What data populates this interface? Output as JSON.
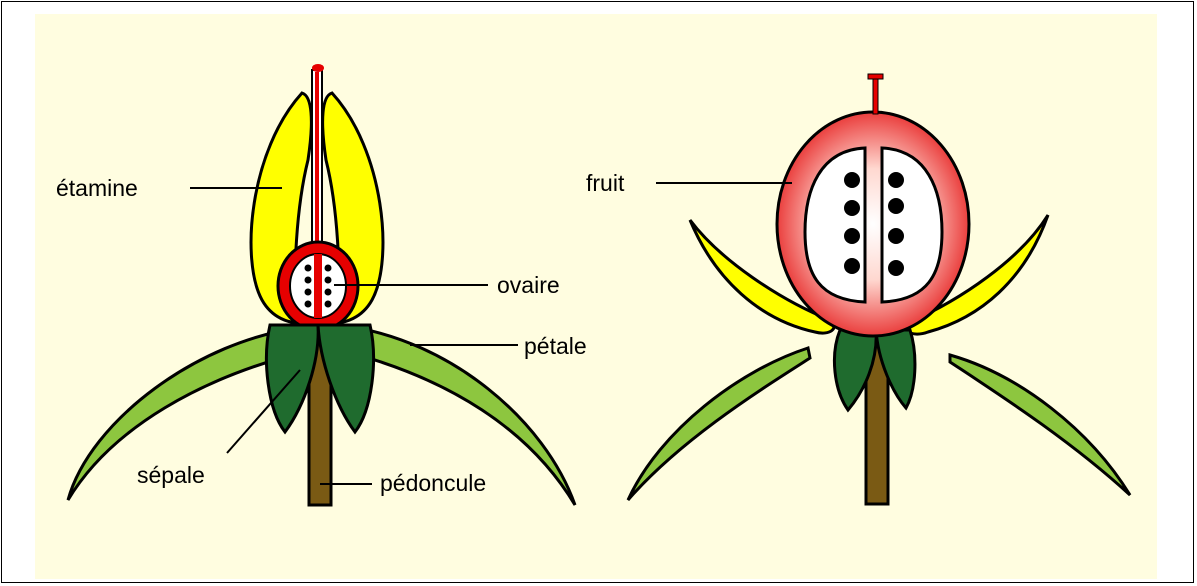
{
  "labels": {
    "etamine": "étamine",
    "ovaire": "ovaire",
    "petale": "pétale",
    "sepale": "sépale",
    "pedoncule": "pédoncule",
    "fruit": "fruit"
  },
  "colors": {
    "background": "#fffde0",
    "petal_light_green": "#8dc63f",
    "sepal_dark_green": "#1f6b2e",
    "stamen_yellow": "#ffff00",
    "ovary_red": "#e60000",
    "stem_brown": "#7a5a14",
    "seed_black": "#000000"
  }
}
